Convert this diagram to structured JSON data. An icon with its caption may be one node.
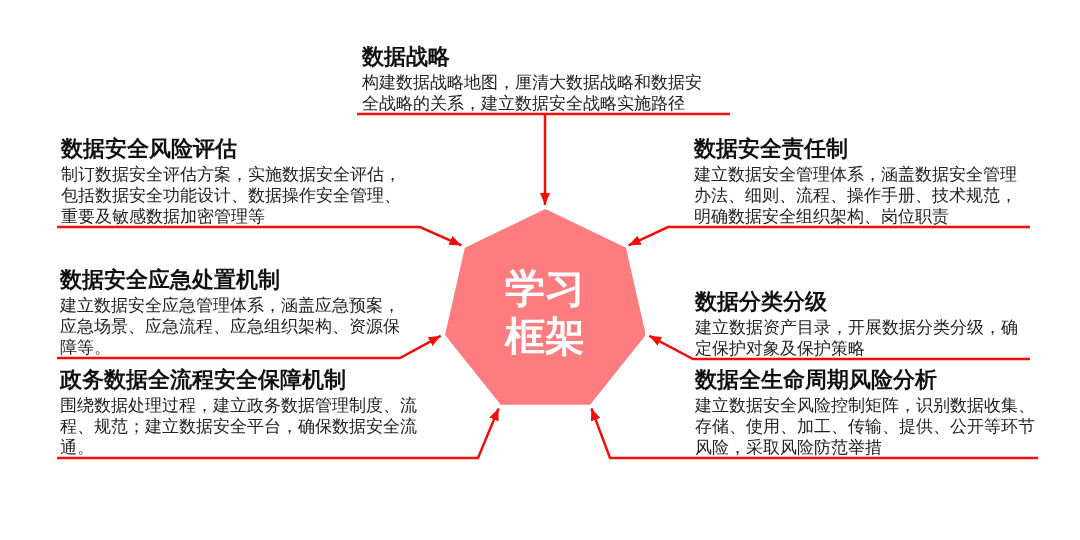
{
  "diagram": {
    "nodes": [
      {
        "text": [
          "学习框架"
        ]
      },
      {
        "text": [
          "数据战略",
          "构建数据战略地图，厘清大数据战略和数据安全战略的关系，建立数据安全战略实施路径"
        ]
      },
      {
        "text": [
          "数据安全风险评估",
          "制订数据安全评估方案，实施数据安全评估，包括数据安全功能设计、数据操作安全管理、重要及敏感数据加密管理等"
        ]
      },
      {
        "text": [
          "数据安全责任制",
          "建立数据安全管理体系，涵盖数据安全管理办法、细则、流程、操作手册、技术规范，明确数据安全组织架构、岗位职责"
        ]
      },
      {
        "text": [
          "数据安全应急处置机制",
          "建立数据安全应急管理体系，涵盖应急预案，应急场景、应急流程、应急组织架构、资源保障等。"
        ]
      },
      {
        "text": [
          "数据分类分级",
          "建立数据资产目录，开展数据分类分级，确定保护对象及保护策略"
        ]
      },
      {
        "text": [
          "政务数据全流程安全保障机制",
          "围绕数据处理过程，建立政务数据管理制度、流程、规范；建立数据安全平台，确保数据安全流通。"
        ]
      },
      {
        "text": [
          "数据全生命周期风险分析",
          "建立数据安全风险控制矩阵，识别数据收集、存储、使用、加工、传输、提供、公开等环节风险，采取风险防范举措"
        ]
      }
    ],
    "edges": [
      {
        "from": 1,
        "to": 0,
        "arrow": "to"
      },
      {
        "from": 2,
        "to": 0,
        "arrow": "to"
      },
      {
        "from": 3,
        "to": 0,
        "arrow": "to"
      },
      {
        "from": 4,
        "to": 0,
        "arrow": "to"
      },
      {
        "from": 5,
        "to": 0,
        "arrow": "to"
      },
      {
        "from": 6,
        "to": 0,
        "arrow": "to"
      },
      {
        "from": 7,
        "to": 0,
        "arrow": "to"
      }
    ]
  }
}
